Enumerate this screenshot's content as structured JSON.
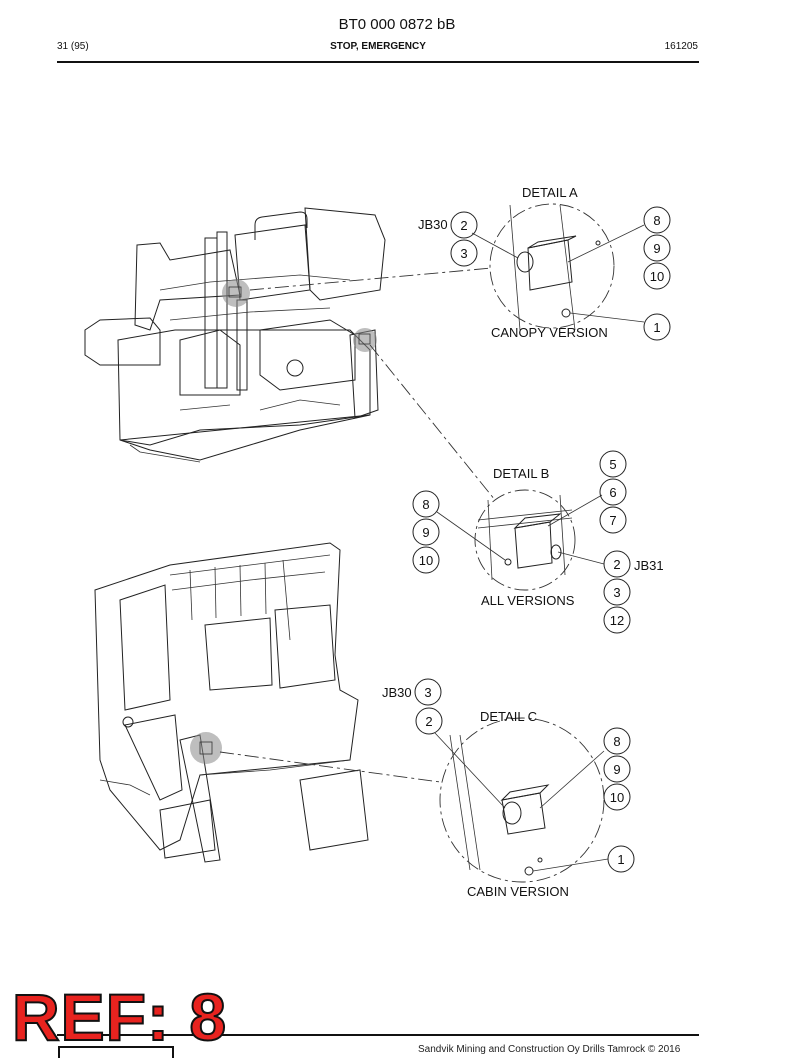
{
  "header": {
    "document_id": "BT0 000 0872 bB",
    "page": "31 (95)",
    "title": "STOP, EMERGENCY",
    "code": "161205"
  },
  "detail_a": {
    "title": "DETAIL A",
    "caption": "CANOPY VERSION",
    "junction": "JB30",
    "items": [
      "2",
      "3",
      "8",
      "9",
      "10",
      "1"
    ]
  },
  "detail_b": {
    "title": "DETAIL B",
    "caption": "ALL VERSIONS",
    "junction": "JB31",
    "items": [
      "5",
      "6",
      "7",
      "8",
      "9",
      "10",
      "2",
      "3",
      "12"
    ]
  },
  "detail_c": {
    "title": "DETAIL C",
    "caption": "CABIN VERSION",
    "junction": "JB30",
    "items": [
      "3",
      "2",
      "8",
      "9",
      "10",
      "1"
    ]
  },
  "stamp": {
    "text": "REF: 8",
    "color": "#e8231f"
  },
  "footer": {
    "copyright": "Sandvik Mining and Construction Oy Drills Tamrock © 2016"
  }
}
